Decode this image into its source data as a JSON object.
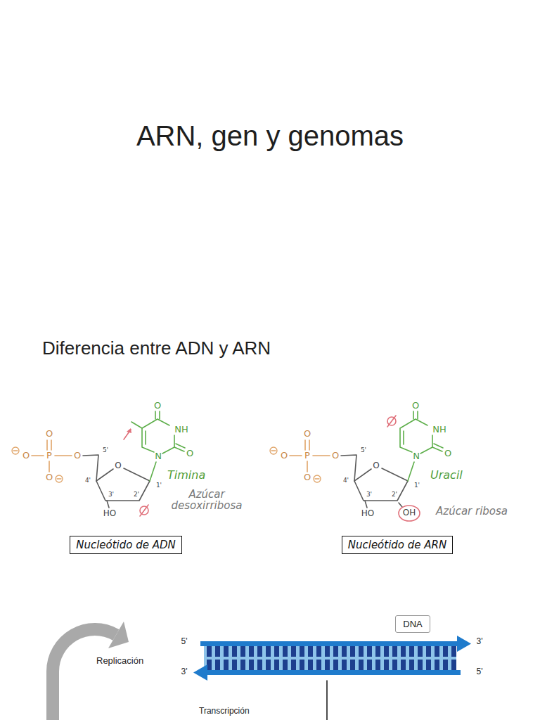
{
  "diagram": {
    "title": "ARN, gen y genomas",
    "nodes": [
      {
        "text": [
          "Nucleótido de ADN"
        ]
      },
      {
        "text": [
          "Nucleótido de ARN"
        ]
      },
      {
        "text": [
          "DNA"
        ]
      }
    ],
    "labels": [
      "Diferencia entre ADN y ARN",
      "O",
      "P",
      "O",
      "O",
      "O",
      "5'",
      "4'",
      "O",
      "1'",
      "3'",
      "2'",
      "HO",
      "O",
      "NH",
      "O",
      "N",
      "Timina",
      "Azúcar desoxirribosa",
      "O",
      "P",
      "O",
      "O",
      "O",
      "5'",
      "4'",
      "O",
      "1'",
      "3'",
      "2'",
      "HO",
      "OH",
      "O",
      "NH",
      "O",
      "N",
      "Uracil",
      "Azúcar ribosa",
      "Replicación",
      "5'",
      "3'",
      "3'",
      "5'",
      "Transcripción"
    ]
  }
}
